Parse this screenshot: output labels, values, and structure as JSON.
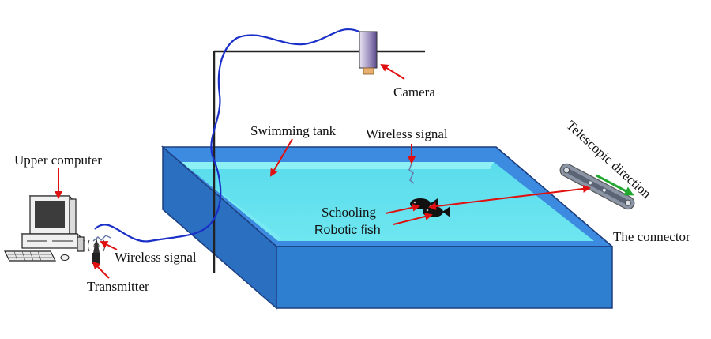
{
  "labels": {
    "camera": "Camera",
    "swimming_tank": "Swimming tank",
    "wireless_signal_top": "Wireless signal",
    "upper_computer": "Upper computer",
    "schooling": "Schooling",
    "robotic_fish": "Robotic fish",
    "wireless_signal_bottom": "Wireless signal",
    "transmitter": "Transmitter",
    "telescopic_direction": "Telescopic direction",
    "the_connector": "The connector"
  },
  "colors": {
    "tank_front": "#2f7fd0",
    "tank_side": "#2a6fc0",
    "tank_rim": "#3d8be0",
    "water": "#5ee0ee",
    "water_light": "#8cf0f5",
    "cable": "#1a2fc8",
    "arrow_red": "#e01010",
    "arrow_green": "#22a830",
    "fish": "#111111"
  },
  "icons": [
    "camera-icon",
    "computer-icon",
    "transmitter-icon",
    "robotic-fish-icon",
    "connector-icon"
  ]
}
